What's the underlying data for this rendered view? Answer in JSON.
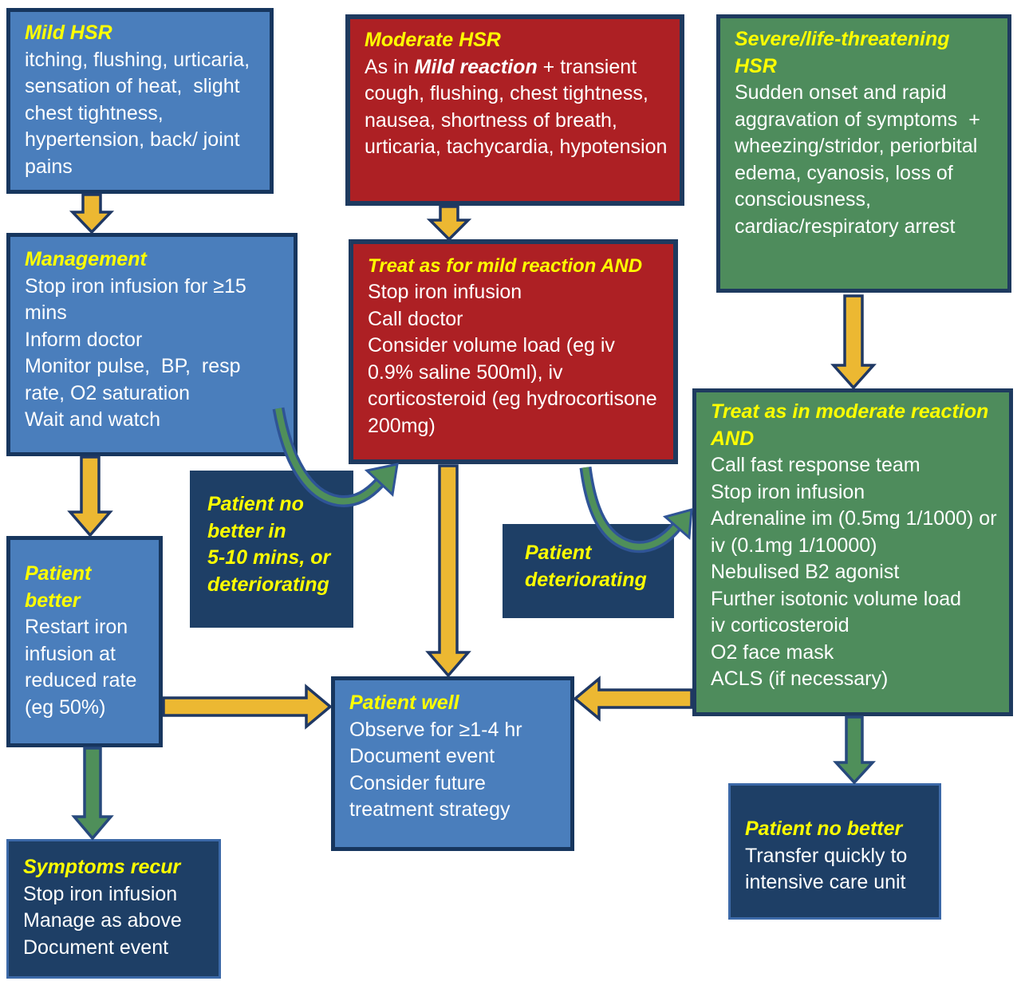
{
  "diagram": {
    "boxes": {
      "mild_hsr": {
        "title": "Mild HSR",
        "body": "itching, flushing, urticaria, sensation of heat,  slight chest tightness, hypertension, back/ joint pains"
      },
      "management": {
        "title": "Management",
        "items": [
          "Stop iron infusion for ≥15 mins",
          "Inform doctor",
          "Monitor pulse,  BP,  resp rate, O2 saturation",
          "Wait and watch"
        ]
      },
      "patient_better": {
        "title": "Patient better",
        "body": "Restart iron infusion at reduced rate (eg 50%)"
      },
      "symptoms_recur": {
        "title": "Symptoms recur",
        "items": [
          "Stop iron infusion",
          "Manage as above",
          "Document event"
        ]
      },
      "moderate_hsr": {
        "title": "Moderate HSR",
        "body_prefix": "As in ",
        "body_emphasis": "Mild reaction",
        "body_suffix": " + transient cough, flushing, chest tightness, nausea, shortness of breath, urticaria, tachycardia, hypotension"
      },
      "treat_mild": {
        "title": "Treat as for mild reaction AND",
        "items": [
          "Stop iron infusion",
          "Call doctor",
          "Consider volume load (eg iv 0.9% saline 500ml), iv corticosteroid (eg hydrocortisone 200mg)"
        ]
      },
      "patient_no_better_5_10": {
        "lines": [
          "Patient no",
          "better in",
          "5-10 mins, or",
          "deteriorating"
        ]
      },
      "patient_deteriorating": {
        "lines": [
          "Patient",
          "deteriorating"
        ]
      },
      "patient_well": {
        "title": "Patient well",
        "items": [
          "Observe for ≥1-4 hr",
          "Document event",
          "Consider future treatment strategy"
        ]
      },
      "severe_hsr": {
        "title": "Severe/life-threatening HSR",
        "body": "Sudden onset and rapid aggravation of symptoms  + wheezing/stridor, periorbital edema, cyanosis, loss of consciousness, cardiac/respiratory arrest"
      },
      "treat_moderate": {
        "title": "Treat as in moderate reaction AND",
        "items": [
          "Call fast response team",
          "Stop iron infusion",
          "Adrenaline im (0.5mg 1/1000) or iv (0.1mg 1/10000)",
          "Nebulised B2 agonist",
          "Further isotonic volume load",
          "iv corticosteroid",
          "O2 face mask",
          "ACLS (if necessary)"
        ]
      },
      "patient_no_better_icu": {
        "title": "Patient no better",
        "body": "Transfer quickly to intensive care unit"
      }
    },
    "colors": {
      "box_blue": "#4a7ebc",
      "box_red": "#ad2024",
      "box_green": "#4e8c5c",
      "box_navy": "#1e3f66",
      "border_navy": "#1e3a5f",
      "title_yellow": "#ffff00",
      "body_white": "#ffffff",
      "arrow_yellow": "#ecb832",
      "arrow_green": "#4f8f5a",
      "arrow_outline": "#2f5496"
    }
  }
}
